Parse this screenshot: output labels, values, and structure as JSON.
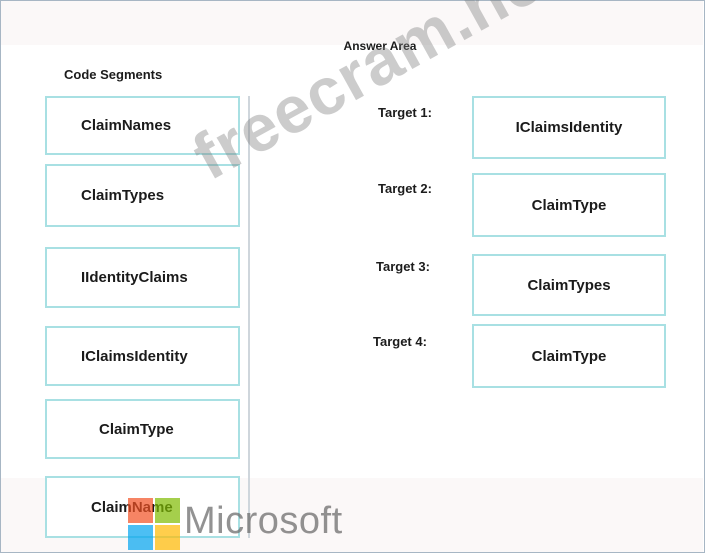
{
  "header": {
    "title": "Answer Area"
  },
  "segments": {
    "title": "Code Segments",
    "items": [
      "ClaimNames",
      "ClaimTypes",
      "IIdentityClaims",
      "IClaimsIdentity",
      "ClaimType",
      "ClaimName"
    ]
  },
  "targets": [
    {
      "label": "Target 1:",
      "value": "IClaimsIdentity"
    },
    {
      "label": "Target 2:",
      "value": "ClaimType"
    },
    {
      "label": "Target 3:",
      "value": "ClaimTypes"
    },
    {
      "label": "Target 4:",
      "value": "ClaimType"
    }
  ],
  "watermark": {
    "text": "freecram.net"
  },
  "logo": {
    "text": "Microsoft",
    "colors": {
      "red": "#f25022",
      "green": "#7fba00",
      "blue": "#00a4ef",
      "yellow": "#ffb900"
    }
  }
}
